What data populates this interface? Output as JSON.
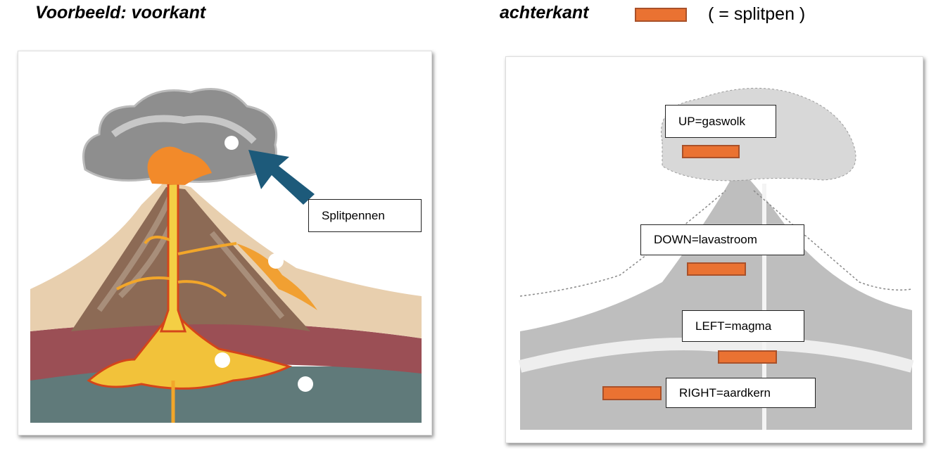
{
  "header": {
    "front_title": "Voorbeeld: voorkant",
    "back_title": "achterkant",
    "legend_text": "( =  splitpen )"
  },
  "front": {
    "callout_label": "Splitpennen",
    "arrow_color": "#1d5a7a"
  },
  "back": {
    "labels": [
      {
        "text": "UP=gaswolk"
      },
      {
        "text": "DOWN=lavastroom"
      },
      {
        "text": "LEFT=magma"
      },
      {
        "text": "RIGHT=aardkern"
      }
    ]
  },
  "colors": {
    "splitpen": "#ea7232",
    "splitpen_border": "#a9512a"
  }
}
